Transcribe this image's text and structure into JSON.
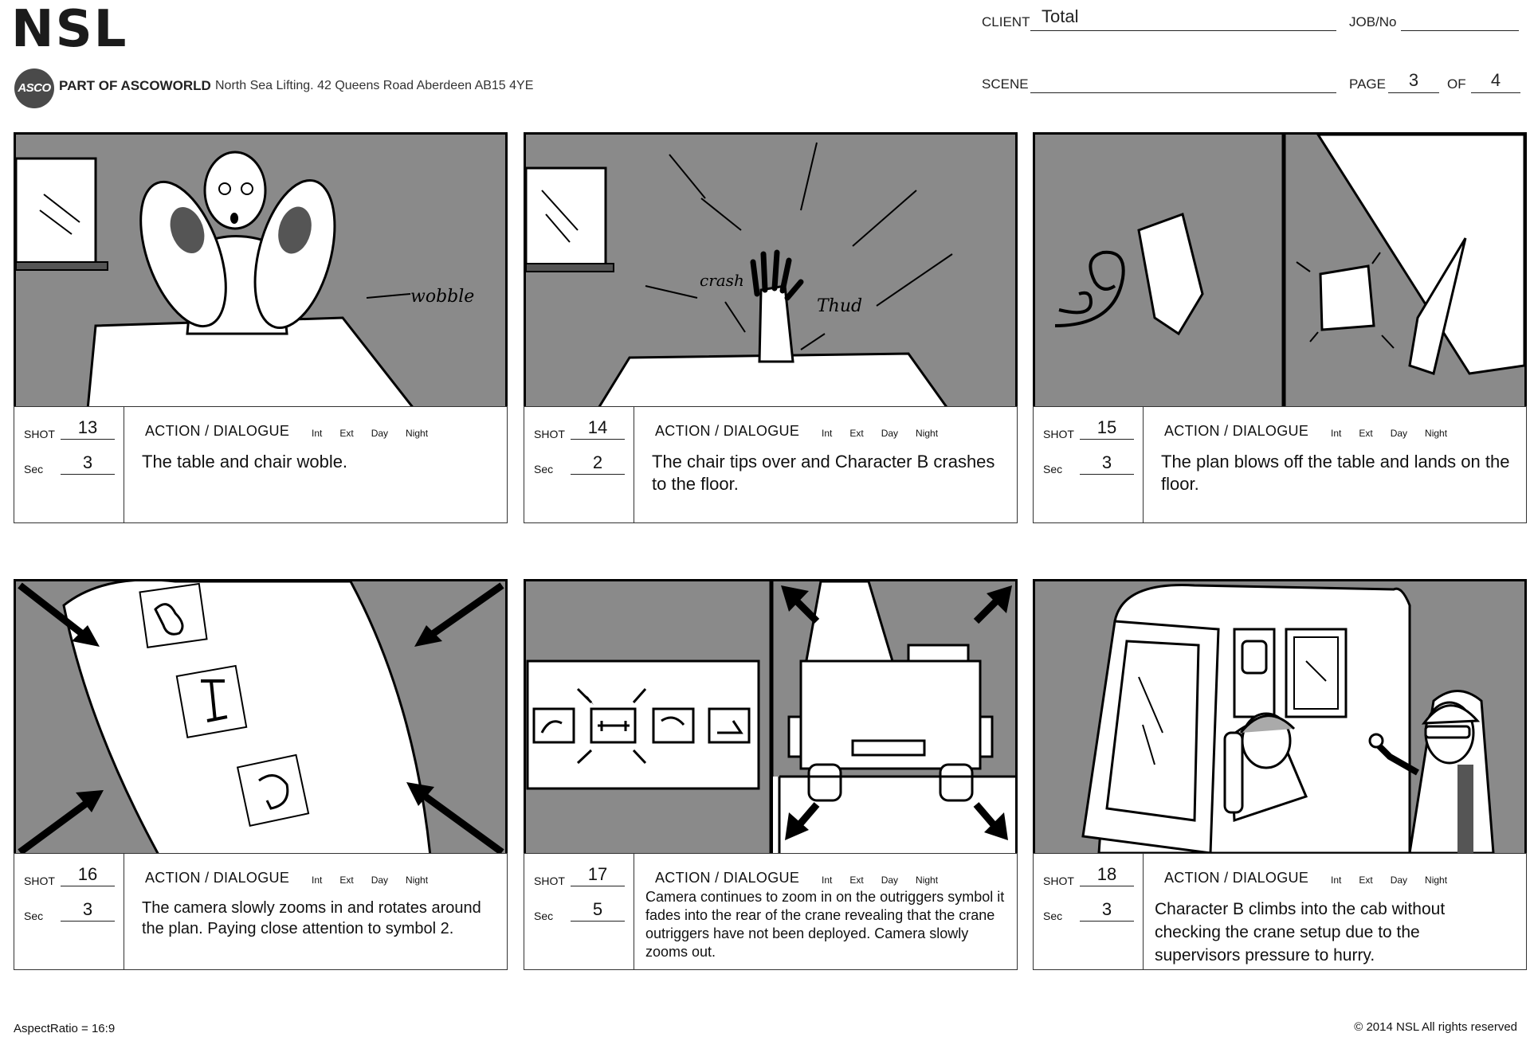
{
  "header": {
    "logo": "NSL",
    "asco_badge": "ASCO",
    "asco_label": "PART OF ASCOWORLD",
    "address": "North Sea Lifting. 42 Queens Road Aberdeen AB15 4YE",
    "client_label": "CLIENT",
    "client_value": "Total",
    "job_label": "JOB/No",
    "job_value": "",
    "scene_label": "SCENE",
    "scene_value": "",
    "page_label": "PAGE",
    "page_value": "3",
    "of_label": "OF",
    "of_value": "4"
  },
  "labels": {
    "shot": "SHOT",
    "sec": "Sec",
    "action_dialogue": "ACTION / DIALOGUE",
    "int": "Int",
    "ext": "Ext",
    "day": "Day",
    "night": "Night"
  },
  "panels": [
    {
      "shot": "13",
      "sec": "3",
      "description": "The table and chair woble.",
      "sound_1": "wobble"
    },
    {
      "shot": "14",
      "sec": "2",
      "description": "The chair tips over and Character B crashes to the floor.",
      "sound_1": "crash",
      "sound_2": "Thud"
    },
    {
      "shot": "15",
      "sec": "3",
      "description": "The plan blows off the table and lands on the floor."
    },
    {
      "shot": "16",
      "sec": "3",
      "description": "The camera slowly zooms in and rotates around the plan.  Paying close attention to symbol 2."
    },
    {
      "shot": "17",
      "sec": "5",
      "description": "Camera continues to zoom in on the outriggers symbol it fades into the rear of the crane revealing that the crane outriggers have not been deployed.  Camera slowly zooms out."
    },
    {
      "shot": "18",
      "sec": "3",
      "description": "Character B climbs into the cab without checking the crane setup due to the supervisors pressure to hurry."
    }
  ],
  "footer": {
    "aspect": "AspectRatio = 16:9",
    "copyright": "© 2014 NSL All rights reserved"
  },
  "colors": {
    "frame_bg": "#8a8a8a",
    "ink": "#111111"
  }
}
